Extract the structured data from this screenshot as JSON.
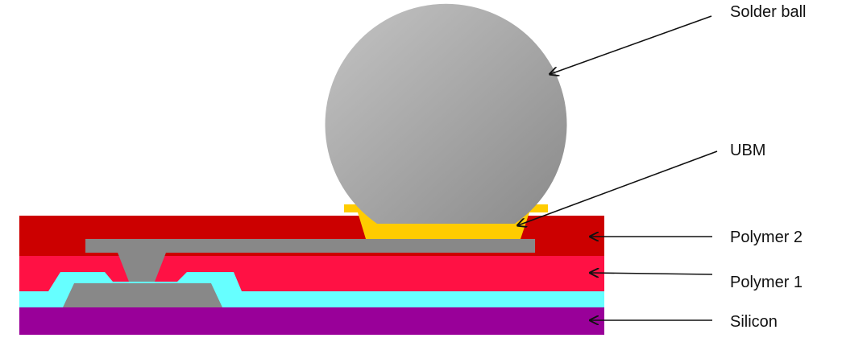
{
  "labels": {
    "solder_ball": "Solder ball",
    "ubm": "UBM",
    "polymer2": "Polymer 2",
    "polymer1": "Polymer 1",
    "silicon": "Silicon"
  },
  "colors": {
    "silicon": "#990099",
    "passivation": "#66ffff",
    "polymer1": "#ff1144",
    "polymer2": "#cc0000",
    "metal": "#888888",
    "ubm": "#ffcc00",
    "solder_ball": "#8a8a8a",
    "solder_ball_highlight": "#c4c4c4"
  }
}
